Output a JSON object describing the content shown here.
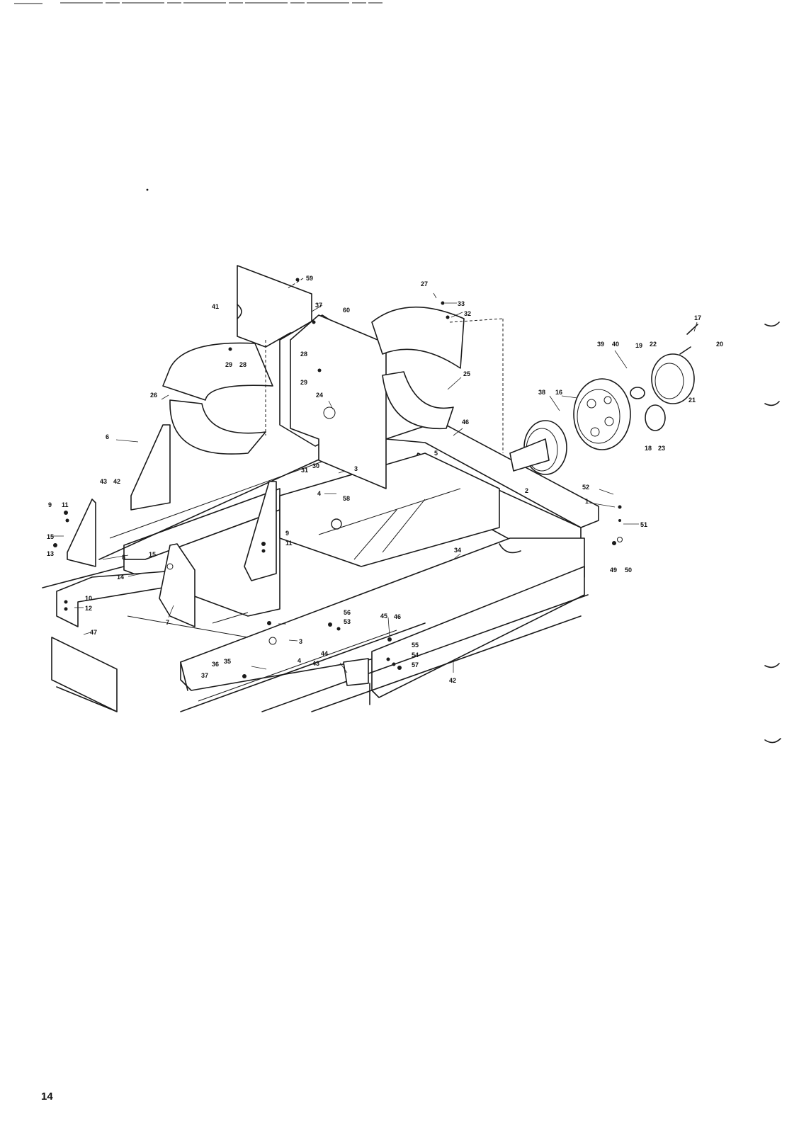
{
  "page": {
    "number": "14"
  },
  "diagram": {
    "callouts": [
      "59",
      "41",
      "37",
      "60",
      "27",
      "33",
      "32",
      "28",
      "29",
      "28",
      "29",
      "24",
      "26",
      "25",
      "17",
      "39",
      "40",
      "19",
      "22",
      "20",
      "21",
      "38",
      "16",
      "18",
      "23",
      "46",
      "6",
      "3",
      "4",
      "58",
      "43",
      "42",
      "5",
      "31",
      "30",
      "2",
      "52",
      "1",
      "51",
      "9",
      "11",
      "15",
      "8",
      "13",
      "49",
      "50",
      "9",
      "11",
      "15",
      "14",
      "10",
      "12",
      "34",
      "56",
      "53",
      "45",
      "46",
      "7",
      "47",
      "3",
      "55",
      "54",
      "57",
      "37",
      "36",
      "35",
      "4",
      "44",
      "43",
      "42"
    ]
  }
}
